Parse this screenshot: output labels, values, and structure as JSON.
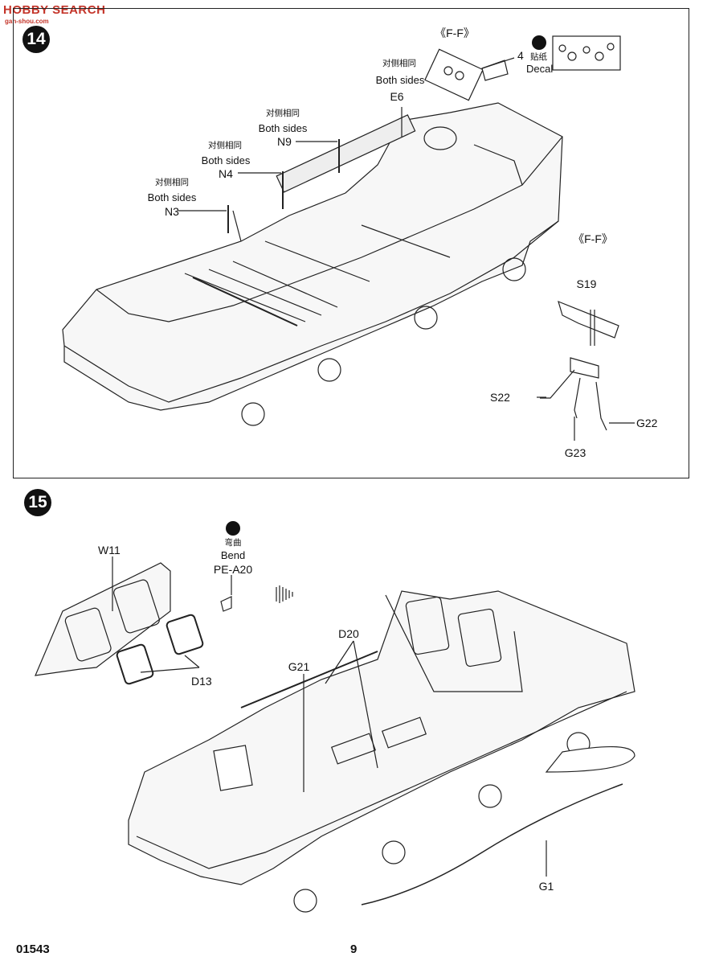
{
  "watermark": {
    "brand": "HOBBY SEARCH",
    "site": "gan-shou.com"
  },
  "step14": {
    "number": "14",
    "view_tag": "《F-F》",
    "view_tag_detail": "《F-F》",
    "decal": {
      "number": "4",
      "cn": "贴纸",
      "en": "Decal"
    },
    "parts": {
      "E6": "E6",
      "N9": "N9",
      "N4": "N4",
      "N3": "N3",
      "S19": "S19",
      "S22": "S22",
      "G22": "G22",
      "G23": "G23"
    },
    "both_sides_cn": "对侧相同",
    "both_sides_en": "Both sides"
  },
  "step15": {
    "number": "15",
    "bend": {
      "cn": "弯曲",
      "en": "Bend"
    },
    "parts": {
      "W11": "W11",
      "PE_A20": "PE-A20",
      "D13": "D13",
      "D20": "D20",
      "G21": "G21",
      "G1": "G1"
    }
  },
  "footer": {
    "code": "01543",
    "page": "9"
  }
}
